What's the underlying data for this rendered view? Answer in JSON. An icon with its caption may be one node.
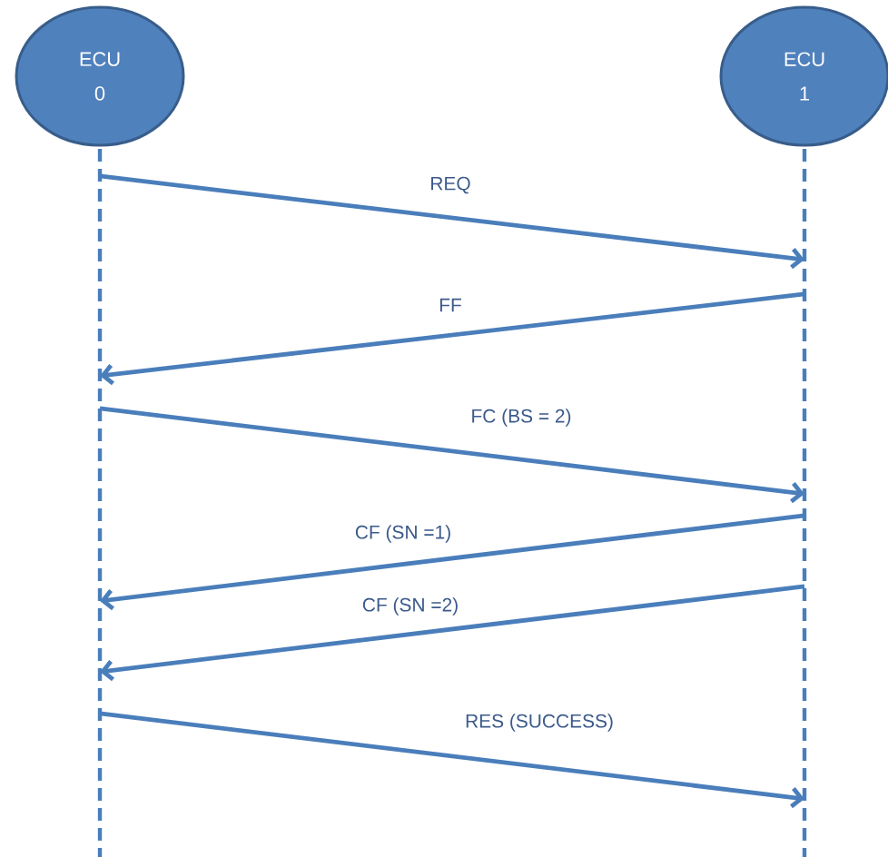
{
  "diagram": {
    "nodes": [
      {
        "text": [
          "ECU 0"
        ]
      },
      {
        "text": [
          "ECU 1"
        ]
      }
    ],
    "edges": [
      {
        "from": 0,
        "to": 1,
        "arrow": "to",
        "label": "REQ"
      },
      {
        "from": 1,
        "to": 0,
        "arrow": "to",
        "label": "FF"
      },
      {
        "from": 0,
        "to": 1,
        "arrow": "to",
        "label": "FC (BS = 2)"
      },
      {
        "from": 1,
        "to": 0,
        "arrow": "to",
        "label": "CF (SN =1)"
      },
      {
        "from": 1,
        "to": 0,
        "arrow": "to",
        "label": "CF (SN =2)"
      },
      {
        "from": 0,
        "to": 1,
        "arrow": "to",
        "label": "RES (SUCCESS)"
      }
    ]
  }
}
